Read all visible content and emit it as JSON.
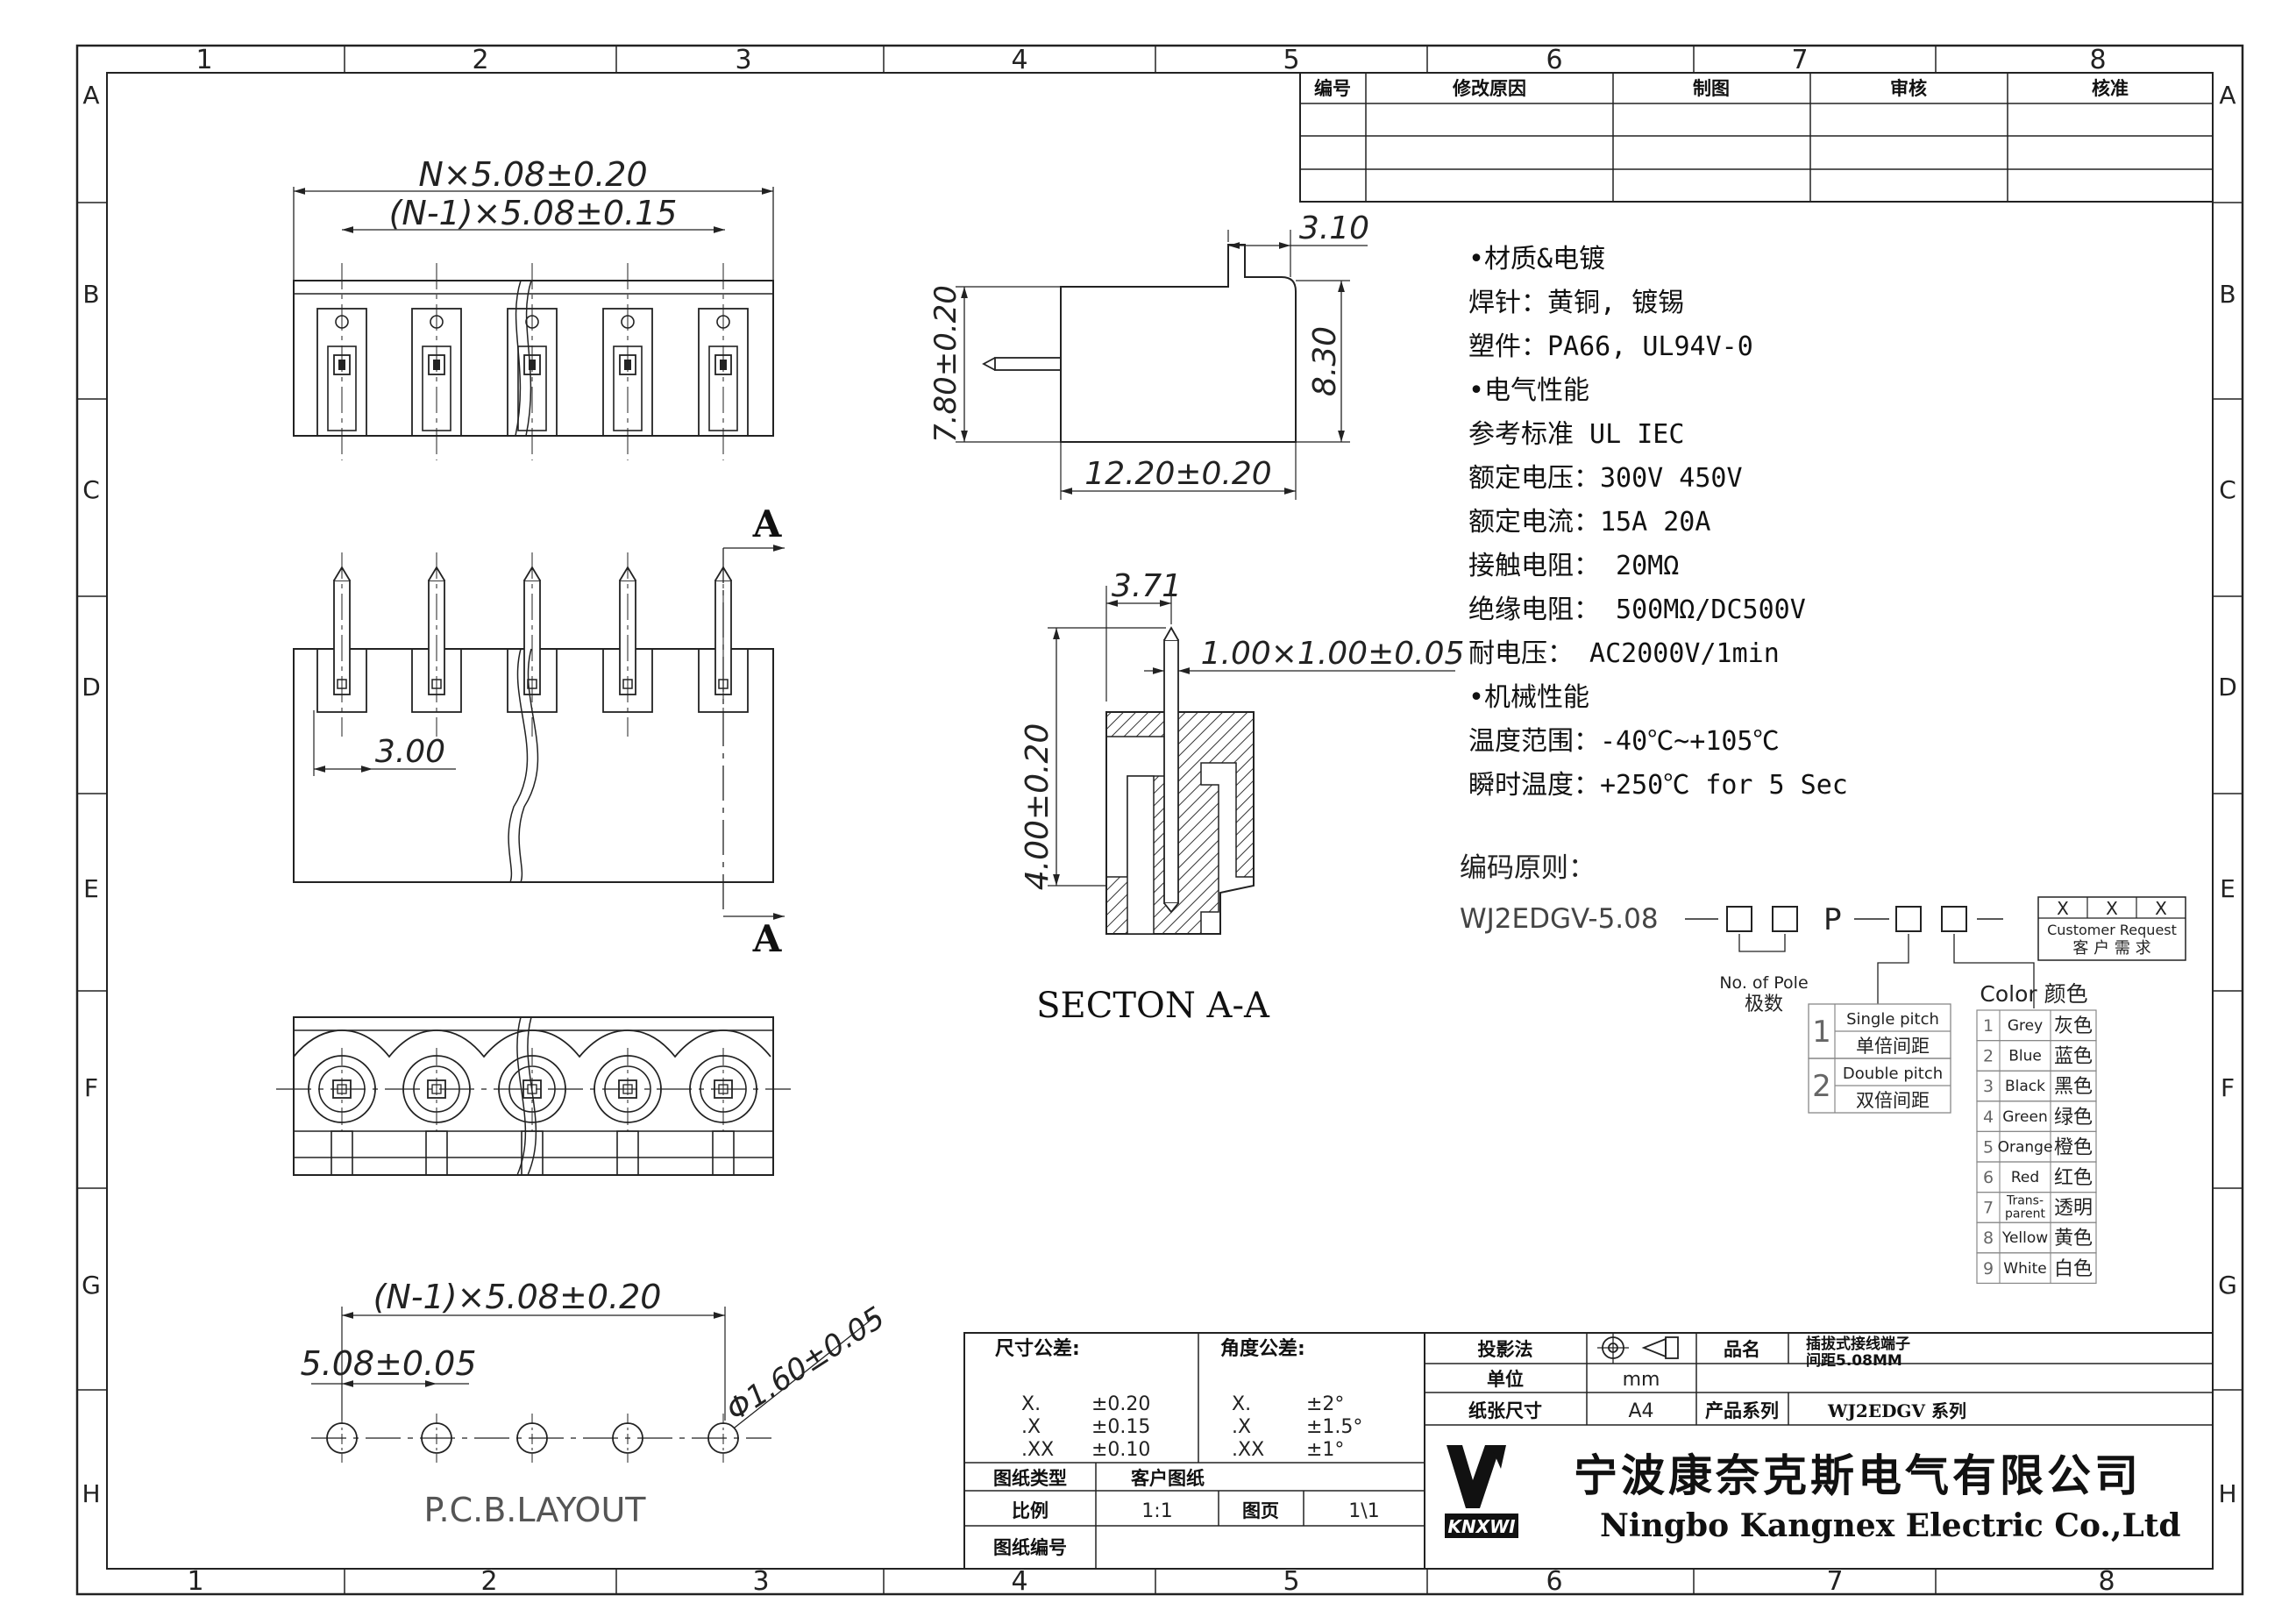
{
  "frame": {
    "col_labels": [
      "1",
      "2",
      "3",
      "4",
      "5",
      "6",
      "7",
      "8"
    ],
    "row_labels": [
      "A",
      "B",
      "C",
      "D",
      "E",
      "F",
      "G",
      "H"
    ]
  },
  "revision_table": {
    "headers": [
      "编号",
      "修改原因",
      "制图",
      "审核",
      "核准"
    ]
  },
  "front_view": {
    "dim_total": "N×5.08±0.20",
    "dim_pitch": "(N-1)×5.08±0.15",
    "pin_count": 5
  },
  "side_view": {
    "dim_top": "3.10",
    "dim_height": "8.30",
    "dim_left": "7.80±0.20",
    "dim_width": "12.20±0.20"
  },
  "pin_view": {
    "section_mark": "A",
    "dim_offset": "3.00"
  },
  "section_view": {
    "dim_top": "3.71",
    "dim_pin": "1.00×1.00±0.05",
    "dim_depth": "4.00±0.20",
    "label": "SECTON  A-A"
  },
  "pcb_layout": {
    "dim_span": "(N-1)×5.08±0.20",
    "dim_pitch": "5.08±0.05",
    "dim_hole": "Φ1.60±0.05",
    "label": "P.C.B.LAYOUT"
  },
  "specs": [
    "•材质&电镀",
    "焊针：黄铜, 镀锡",
    "塑件：PA66, UL94V-0",
    "•电气性能",
    "参考标准  UL          IEC",
    "额定电压：300V        450V",
    "额定电流：15A         20A",
    "接触电阻：       20MΩ",
    "绝缘电阻：  500MΩ/DC500V",
    "耐电压：    AC2000V/1min",
    "•机械性能",
    "温度范围：-40℃~+105℃",
    "瞬时温度：+250℃ for 5 Sec"
  ],
  "coding": {
    "title": "编码原则：",
    "prefix": "WJ2EDGV-5.08",
    "p_letter": "P",
    "xs": [
      "X",
      "X",
      "X"
    ],
    "customer_en": "Customer Request",
    "customer_cn": "客 户 需 求",
    "pole_en": "No. of Pole",
    "pole_cn": "极数",
    "pitch_options": [
      {
        "num": "1",
        "en": "Single pitch",
        "cn": "单倍间距"
      },
      {
        "num": "2",
        "en": "Double pitch",
        "cn": "双倍间距"
      }
    ],
    "color_title": "Color 颜色",
    "colors": [
      {
        "num": "1",
        "en": "Grey",
        "cn": "灰色"
      },
      {
        "num": "2",
        "en": "Blue",
        "cn": "蓝色"
      },
      {
        "num": "3",
        "en": "Black",
        "cn": "黑色"
      },
      {
        "num": "4",
        "en": "Green",
        "cn": "绿色"
      },
      {
        "num": "5",
        "en": "Orange",
        "cn": "橙色"
      },
      {
        "num": "6",
        "en": "Red",
        "cn": "红色"
      },
      {
        "num": "7",
        "en": "Trans-\nparent",
        "cn": "透明"
      },
      {
        "num": "8",
        "en": "Yellow",
        "cn": "黄色"
      },
      {
        "num": "9",
        "en": "White",
        "cn": "白色"
      }
    ]
  },
  "title_block": {
    "dim_tol_title": "尺寸公差:",
    "dim_tol": [
      [
        "X.",
        "±0.20"
      ],
      [
        ".X",
        "±0.15"
      ],
      [
        ".XX",
        "±0.10"
      ]
    ],
    "ang_tol_title": "角度公差:",
    "ang_tol": [
      [
        "X.",
        "±2°"
      ],
      [
        ".X",
        "±1.5°"
      ],
      [
        ".XX",
        "±1°"
      ]
    ],
    "drawing_type_label": "图纸类型",
    "drawing_type": "客户图纸",
    "scale_label": "比例",
    "scale": "1:1",
    "page_label": "图页",
    "page": "1\\1",
    "drawing_no_label": "图纸编号",
    "projection_label": "投影法",
    "unit_label": "单位",
    "unit": "mm",
    "paper_label": "纸张尺寸",
    "paper": "A4",
    "product_name_label": "品名",
    "product_name_1": "插拔式接线端子",
    "product_name_2": "间距5.08MM",
    "series_label": "产品系列",
    "series": "WJ2EDGV 系列",
    "company_cn": "宁波康奈克斯电气有限公司",
    "company_en": "Ningbo Kangnex Electric Co.,Ltd",
    "logo_text": "KNXWI"
  }
}
